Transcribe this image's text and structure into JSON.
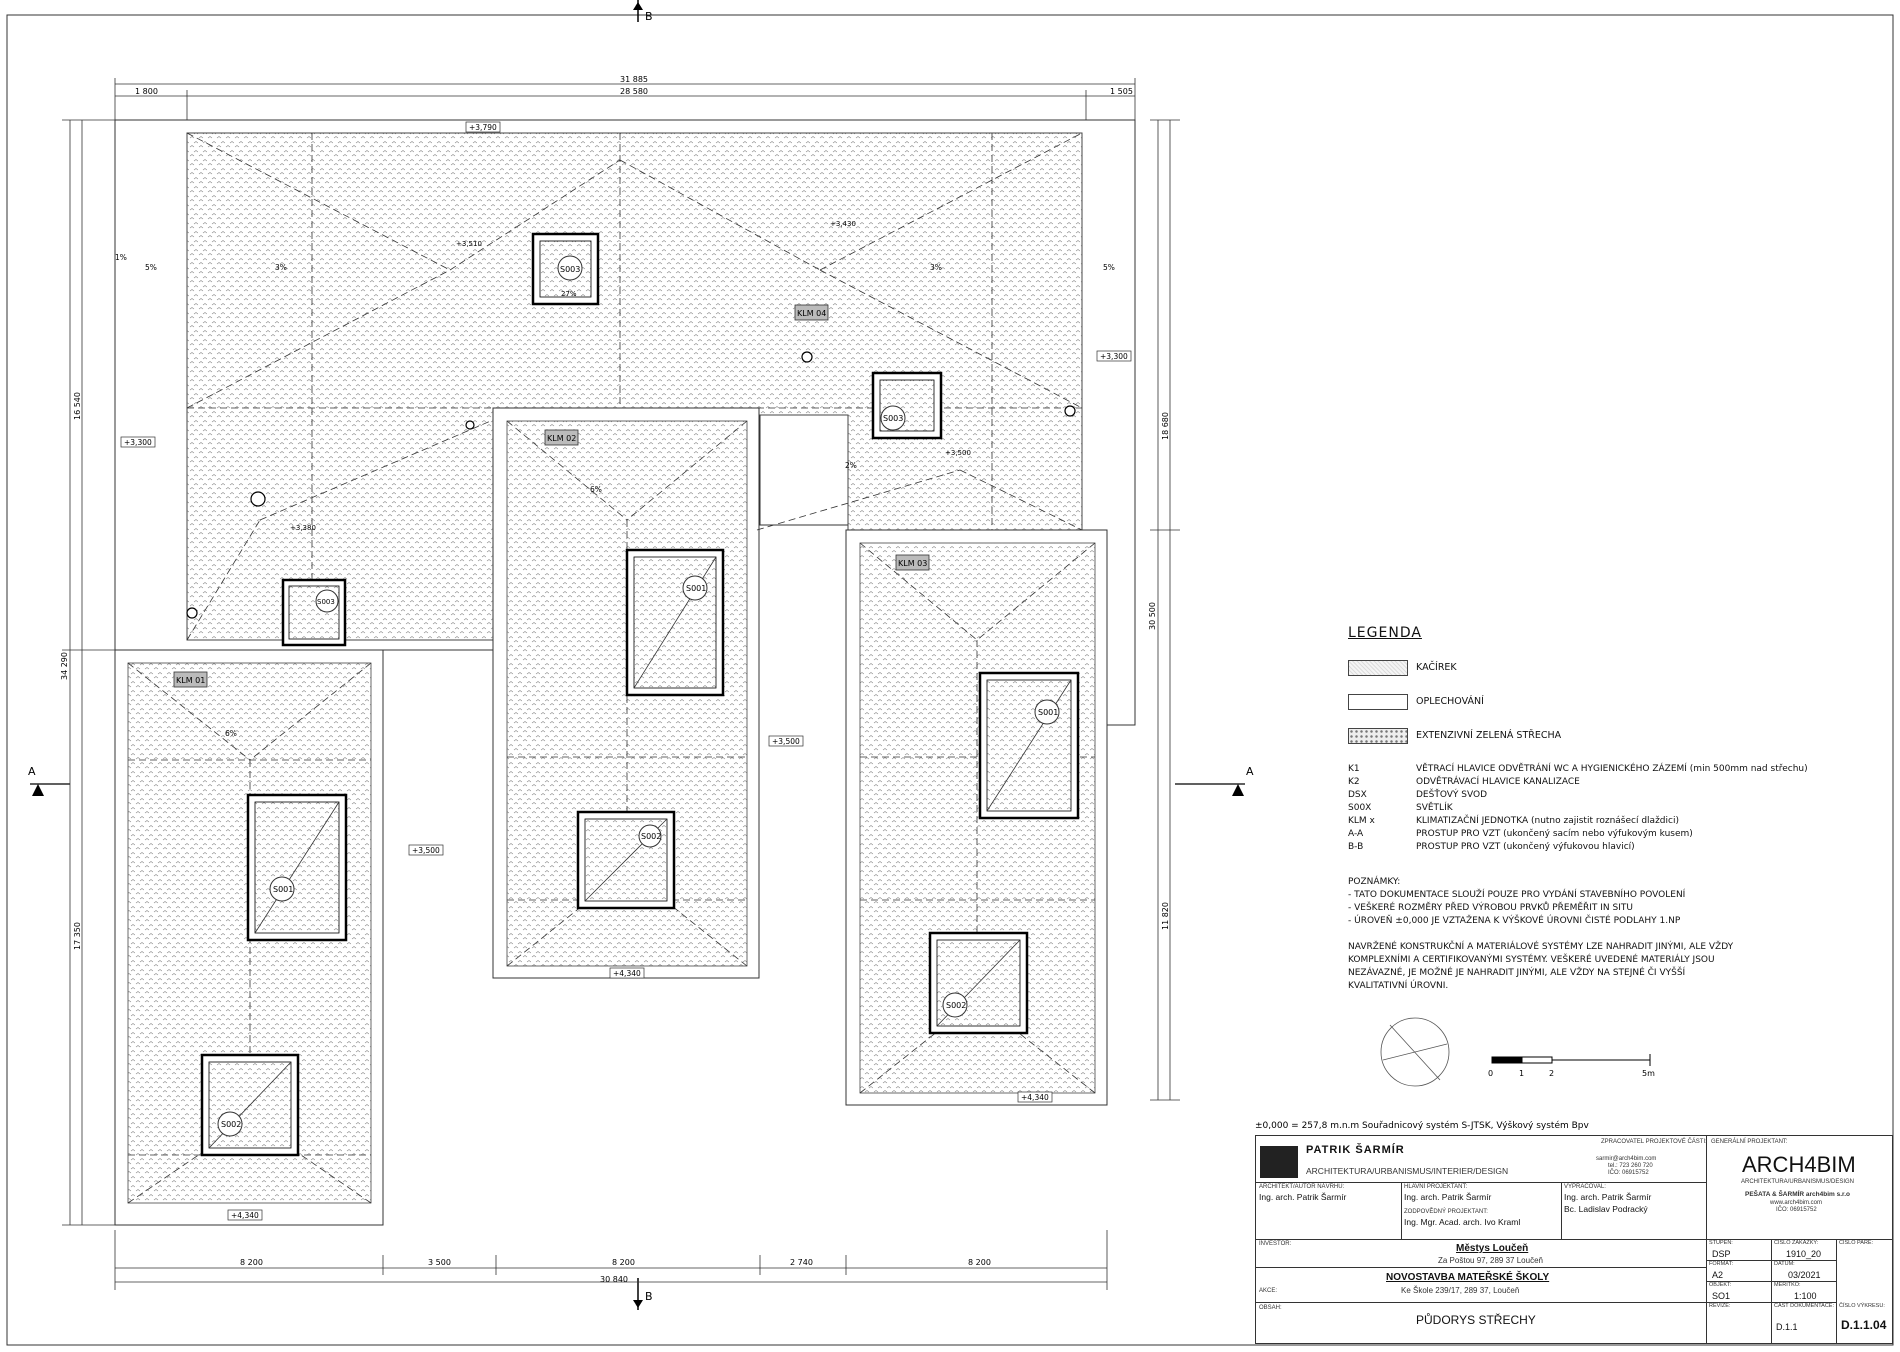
{
  "section_marks": {
    "a": "A",
    "b": "B"
  },
  "dimensions_top": {
    "total": "31 885",
    "left": "1 800",
    "middle": "28 580",
    "right": "1 505"
  },
  "dimensions_bottom": {
    "d1": "8 200",
    "d2": "3 500",
    "d3": "8 200",
    "d4": "2 740",
    "d5": "8 200",
    "total": "30 840"
  },
  "dimensions_left": {
    "upper": "16 540",
    "overall": "34 290",
    "lower": "17 350"
  },
  "dimensions_right": {
    "upper": "18 680",
    "overall": "30 500",
    "lower": "11 820"
  },
  "levels": {
    "top": "+3,790",
    "right": "+3,300",
    "left": "+3,300",
    "mid": "+3,500",
    "mid2": "+3,500",
    "klm01_bottom": "+4,340",
    "klm02_bottom": "+4,340",
    "klm03_bottom": "+4,340",
    "l1": "+3,510",
    "l2": "+3,430",
    "l3": "+3,500",
    "l4": "+3,380"
  },
  "units": {
    "klm01": "KLM 01",
    "klm02": "KLM 02",
    "klm03": "KLM 03",
    "klm04": "KLM 04"
  },
  "skylights": {
    "s001": "S001",
    "s002": "S002",
    "s003": "S003",
    "slope": "27%"
  },
  "slopes": {
    "s5": "5%",
    "s3": "3%",
    "s6": "6%",
    "s2": "2%",
    "s1": "1%"
  },
  "legend": {
    "title": "LEGENDA",
    "materials": [
      "KAČÍREK",
      "OPLECHOVÁNÍ",
      "EXTENZIVNÍ ZELENÁ STŘECHA"
    ],
    "abbreviations": [
      {
        "key": "K1",
        "text": "VĚTRACÍ HLAVICE ODVĚTRÁNÍ WC A HYGIENICKÉHO ZÁZEMÍ (min 500mm nad střechu)"
      },
      {
        "key": "K2",
        "text": "ODVĚTRÁVACÍ HLAVICE KANALIZACE"
      },
      {
        "key": "DSX",
        "text": "DEŠŤOVÝ SVOD"
      },
      {
        "key": "S00X",
        "text": "SVĚTLÍK"
      },
      {
        "key": "KLM x",
        "text": "KLIMATIZAČNÍ JEDNOTKA (nutno zajistit roznášecí dlaždici)"
      },
      {
        "key": "A-A",
        "text": "PROSTUP PRO VZT (ukončený sacím nebo výfukovým kusem)"
      },
      {
        "key": "B-B",
        "text": "PROSTUP PRO VZT (ukončený výfukovou hlavicí)"
      }
    ],
    "notes_title": "POZNÁMKY:",
    "notes": [
      "- TATO DOKUMENTACE SLOUŽÍ POUZE PRO VYDÁNÍ STAVEBNÍHO POVOLENÍ",
      "- VEŠKERÉ ROZMĚRY PŘED VÝROBOU PRVKŮ PŘEMĚŘIT IN SITU",
      "- ÚROVEŇ ±0,000 JE VZTAŽENA K VÝŠKOVÉ ÚROVNI ČISTÉ PODLAHY 1.NP"
    ],
    "paragraph": [
      "NAVRŽENÉ KONSTRUKČNÍ A MATERIÁLOVÉ SYSTÉMY LZE NAHRADIT JINÝMI, ALE VŽDY",
      "KOMPLEXNÍMI A CERTIFIKOVANÝMI SYSTÉMY. VEŠKERÉ UVEDENÉ MATERIÁLY JSOU",
      "NEZÁVAZNÉ, JE MOŽNÉ JE NAHRADIT JINÝMI, ALE VŽDY NA STEJNÉ ČI VYŠŠÍ",
      "KVALITATIVNÍ ÚROVNI."
    ],
    "scale_labels": [
      "0",
      "1",
      "2",
      "5m"
    ]
  },
  "coordinate_note": "±0,000 = 257,8 m.n.m Souřadnicový systém S-JTSK, Výškový systém Bpv",
  "title_block": {
    "firm_name": "PATRIK ŠARMÍR",
    "firm_sub": "ARCHITEKTURA/URBANISMUS/INTERIER/DESIGN",
    "zprac_label": "ZPRACOVATEL PROJEKTOVÉ ČÁSTI:",
    "contact1": "sarmir@arch4bim.com",
    "contact2": "tel.: 723 260 720",
    "contact3": "IČO: 06915752",
    "gen_label": "GENERÁLNÍ PROJEKTANT:",
    "gen_logo": "ARCH4BIM",
    "gen_sub": "ARCHITEKTURA/URBANISMUS/DESIGN",
    "gen_firm": "PEŠATA & ŠARMÍR arch4bim s.r.o",
    "gen_web": "www.arch4bim.com",
    "gen_ico": "IČO: 06915752",
    "arch_label": "ARCHITEKT/AUTOR NÁVRHU:",
    "arch_value": "Ing. arch. Patrik Šarmír",
    "hlavni_label": "HLAVNÍ PROJEKTANT:",
    "hlavni_value": "Ing. arch. Patrik Šarmír",
    "zodp_label": "ZODPOVĚDNÝ PROJEKTANT:",
    "zodp_value": "Ing. Mgr. Acad. arch. Ivo Kraml",
    "vypr_label": "VYPRACOVAL:",
    "vypr_value1": "Ing. arch. Patrik Šarmír",
    "vypr_value2": "Bc. Ladislav Podracký",
    "investor_label": "INVESTOR:",
    "investor_value": "Městys Loučeň",
    "investor_addr": "Za Poštou 97, 289 37 Loučeň",
    "akce_label": "AKCE:",
    "akce_value": "NOVOSTAVBA MATEŘSKÉ ŠKOLY",
    "akce_addr": "Ke Škole 239/17, 289 37, Loučeň",
    "obsah_label": "OBSAH:",
    "obsah_value": "PŮDORYS STŘECHY",
    "stupen_label": "STUPEŇ:",
    "stupen_value": "DSP",
    "cislo_zak_label": "ČÍSLO ZAKÁZKY:",
    "cislo_zak_value": "1910_20",
    "cislo_pare_label": "ČÍSLO PARÉ:",
    "format_label": "FORMÁT:",
    "format_value": "A2",
    "datum_label": "DATUM:",
    "datum_value": "03/2021",
    "objekt_label": "OBJEKT:",
    "objekt_value": "SO1",
    "meritko_label": "MĚŘÍTKO:",
    "meritko_value": "1:100",
    "revize_label": "REVIZE:",
    "cast_label": "ČÁST DOKUMENTACE:",
    "cast_value": "D.1.1",
    "cislo_vykresu_label": "ČÍSLO VÝKRESU:",
    "cislo_vykresu_value": "D.1.1.04"
  }
}
